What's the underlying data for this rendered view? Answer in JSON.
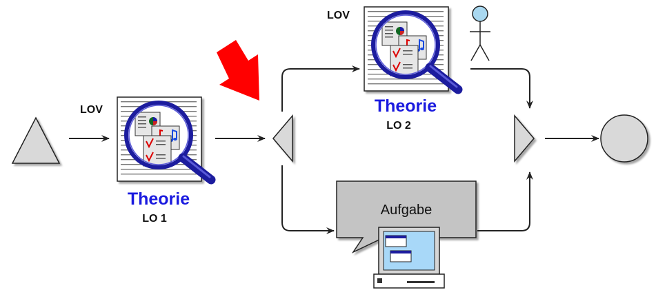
{
  "learning_objects": [
    {
      "tag": "LOV",
      "title": "Theorie",
      "id": "LO 1"
    },
    {
      "tag": "LOV",
      "title": "Theorie",
      "id": "LO 2"
    }
  ],
  "task": {
    "label": "Aufgabe"
  },
  "colors": {
    "shape_fill": "#d9d9d9",
    "title_blue": "#1a1adf",
    "arrow_red": "#ff0000",
    "lens_blue": "#1c1c9e",
    "actor_fill": "#a9d8f0",
    "screen_cyan": "#a8d8f8"
  }
}
